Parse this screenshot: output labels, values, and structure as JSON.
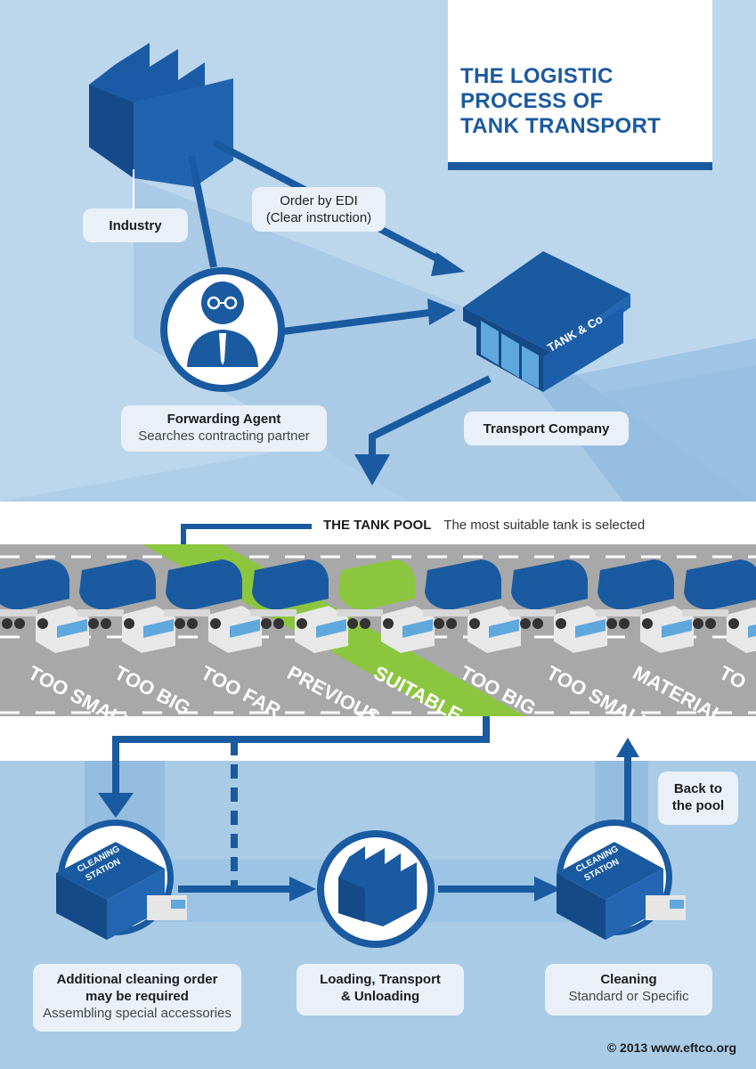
{
  "title": {
    "line1": "THE LOGISTIC",
    "line2": "PROCESS OF",
    "line3": "TANK TRANSPORT"
  },
  "top": {
    "industry_label": "Industry",
    "order_line1": "Order by EDI",
    "order_line2": "(Clear instruction)",
    "agent_title": "Forwarding Agent",
    "agent_sub": "Searches contracting partner",
    "company_title": "Transport Company",
    "company_sign": "TANK & Co"
  },
  "pool": {
    "title": "THE TANK POOL",
    "subtitle": "The most suitable tank is selected",
    "lanes": [
      "TOO SMALL",
      "TOO BIG",
      "TOO FAR",
      "PREVIOUS",
      "SUITABLE",
      "TOO BIG",
      "TOO SMALL",
      "MATERIAL",
      "TO"
    ]
  },
  "bottom": {
    "station_sign": "CLEANING STATION",
    "clean_order_title1": "Additional cleaning order",
    "clean_order_title2": "may be required",
    "clean_order_sub": "Assembling special accessories",
    "loading_title1": "Loading, Transport",
    "loading_title2": "& Unloading",
    "cleaning_title": "Cleaning",
    "cleaning_sub": "Standard or Specific",
    "back_line1": "Back to",
    "back_line2": "the pool"
  },
  "copyright": "© 2013 www.eftco.org",
  "colors": {
    "blue": "#1a5aa0",
    "light_blue": "#b9d5ea",
    "green": "#8cc63f",
    "road": "#a8a8a8"
  }
}
